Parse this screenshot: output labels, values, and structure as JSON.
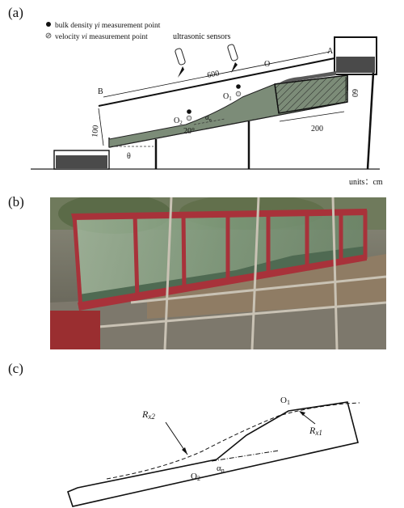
{
  "panels": {
    "a": "(a)",
    "b": "(b)",
    "c": "(c)"
  },
  "fig_a": {
    "legend": {
      "bulk_density_prefix": "bulk density ",
      "bulk_density_symbol": "γi",
      "bulk_density_suffix": " measurement point",
      "velocity_prefix": "velocity ",
      "velocity_symbol": "vi",
      "velocity_suffix": " measurement point"
    },
    "sensors_label": "ultrasonic  sensors",
    "labels": {
      "A": "A",
      "B": "B",
      "O": "O",
      "O1": "O",
      "O1_sub": "1",
      "O2": "O",
      "O2_sub": "2",
      "alpha": "α",
      "alpha_sub": "n"
    },
    "dimensions": {
      "length_top": "600",
      "height_left": "100",
      "height_right": "60",
      "tank_length": "200",
      "angle_slope": "20°",
      "angle_bottom": "θ"
    },
    "units": "units：cm"
  },
  "fig_c": {
    "labels": {
      "O1": "O",
      "O1_sub": "1",
      "O2": "O",
      "O2_sub": "2",
      "Rx1": "R",
      "Rx1_sub": "x1",
      "Rx2": "R",
      "Rx2_sub": "x2",
      "alpha": "α",
      "alpha_sub": "n"
    }
  },
  "colors": {
    "sediment": "#7c8c78",
    "frame_red": "#a8323a",
    "tank": "#4a4a4a"
  }
}
